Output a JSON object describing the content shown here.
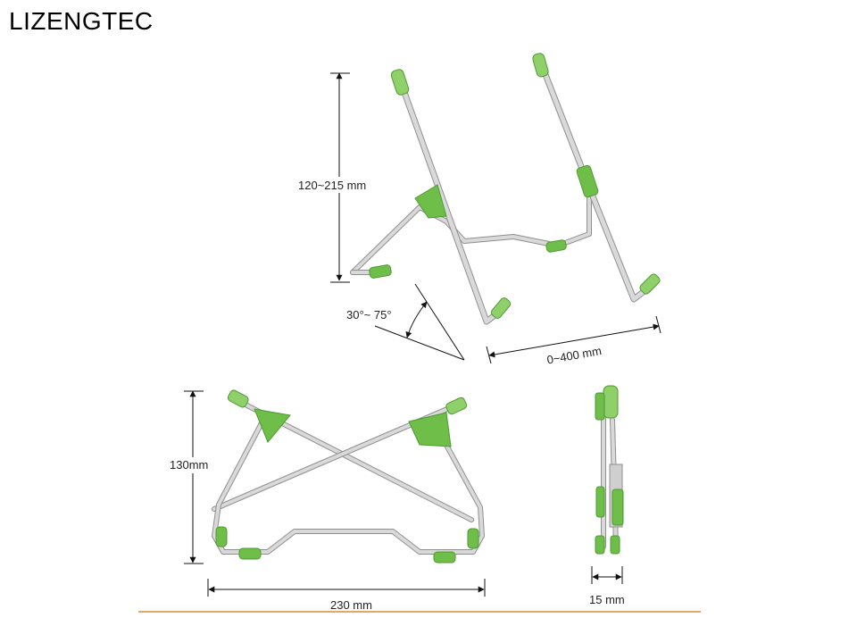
{
  "brand": "LIZENGTEC",
  "colors": {
    "green_accent": "#6fbe4a",
    "metal": "#d9d9d9",
    "baseline": "#d98a3a"
  },
  "dimensions": {
    "height_adjustable": "120~215 mm",
    "angle_range": "30°~ 75°",
    "distance": "0~400 mm",
    "folded_height": "130mm",
    "folded_width": "230 mm",
    "folded_thickness": "15 mm"
  }
}
